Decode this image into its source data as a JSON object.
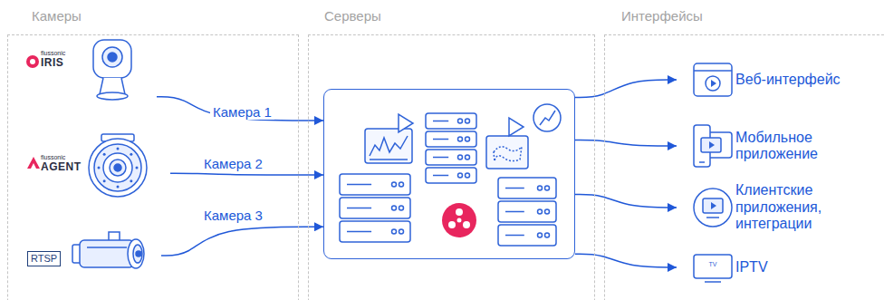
{
  "diagram": {
    "nodes": [
      {
        "text": [
          "Камеры"
        ]
      },
      {
        "text": [
          "flussonic",
          "IRIS"
        ],
        "in": 0
      },
      {
        "text": [
          "flussonic",
          "AGENT"
        ],
        "in": 0
      },
      {
        "text": [
          "RTSP"
        ],
        "in": 0
      },
      {
        "text": [
          "Серверы"
        ]
      },
      {
        "text": [],
        "in": 4
      },
      {
        "text": [
          "Интерфейсы"
        ]
      },
      {
        "text": [
          "Веб-интерфейс"
        ],
        "in": 6
      },
      {
        "text": [
          "Мобильное приложение"
        ],
        "in": 6
      },
      {
        "text": [
          "Клиентские приложения, интеграции"
        ],
        "in": 6
      },
      {
        "text": [
          "TV",
          "IPTV"
        ],
        "in": 6
      }
    ],
    "edges": [
      {
        "from": 1,
        "to": 5,
        "label": "Камера 1",
        "arrow": "to"
      },
      {
        "from": 2,
        "to": 5,
        "label": "Камера 2",
        "arrow": "to"
      },
      {
        "from": 3,
        "to": 5,
        "label": "Камера 3",
        "arrow": "to"
      },
      {
        "from": 5,
        "to": 7,
        "arrow": "to"
      },
      {
        "from": 5,
        "to": 8,
        "arrow": "to"
      },
      {
        "from": 5,
        "to": 9,
        "arrow": "to"
      },
      {
        "from": 5,
        "to": 10,
        "arrow": "to"
      }
    ]
  }
}
